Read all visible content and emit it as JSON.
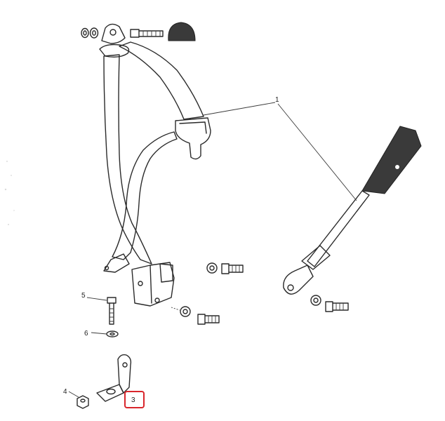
{
  "diagram": {
    "callouts": [
      {
        "id": "1",
        "label": "1"
      },
      {
        "id": "3",
        "label": "3"
      },
      {
        "id": "4",
        "label": "4"
      },
      {
        "id": "5",
        "label": "5"
      },
      {
        "id": "6",
        "label": "6"
      }
    ],
    "highlighted_callout": "3",
    "highlight_color": "#d9262c",
    "ink_color": "#2a2a2a",
    "strap_fill_color": "#f3ece2",
    "dark_part_color": "#3a3a3a"
  }
}
